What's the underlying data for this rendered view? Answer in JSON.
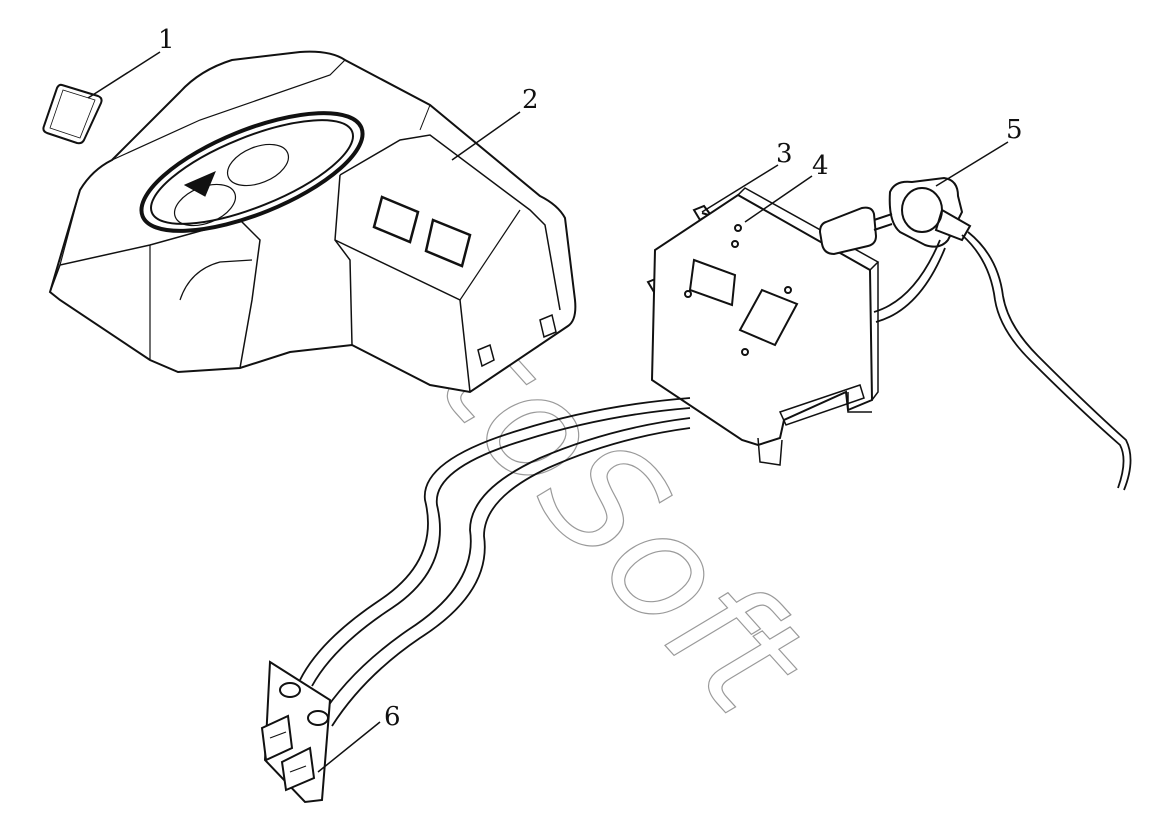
{
  "diagram": {
    "type": "exploded-parts-view",
    "colors": {
      "line": "#111111",
      "background": "#ffffff",
      "watermark": "#9a9a9a"
    },
    "callouts": [
      {
        "id": "1",
        "label": "1",
        "part": "small cover pad"
      },
      {
        "id": "2",
        "label": "2",
        "part": "console housing"
      },
      {
        "id": "3",
        "label": "3",
        "part": "bolt"
      },
      {
        "id": "4",
        "label": "4",
        "part": "mounting bracket"
      },
      {
        "id": "5",
        "label": "5",
        "part": "switch with cable"
      },
      {
        "id": "6",
        "label": "6",
        "part": "cable harness with connectors"
      }
    ],
    "watermark": "AutoSoft"
  }
}
